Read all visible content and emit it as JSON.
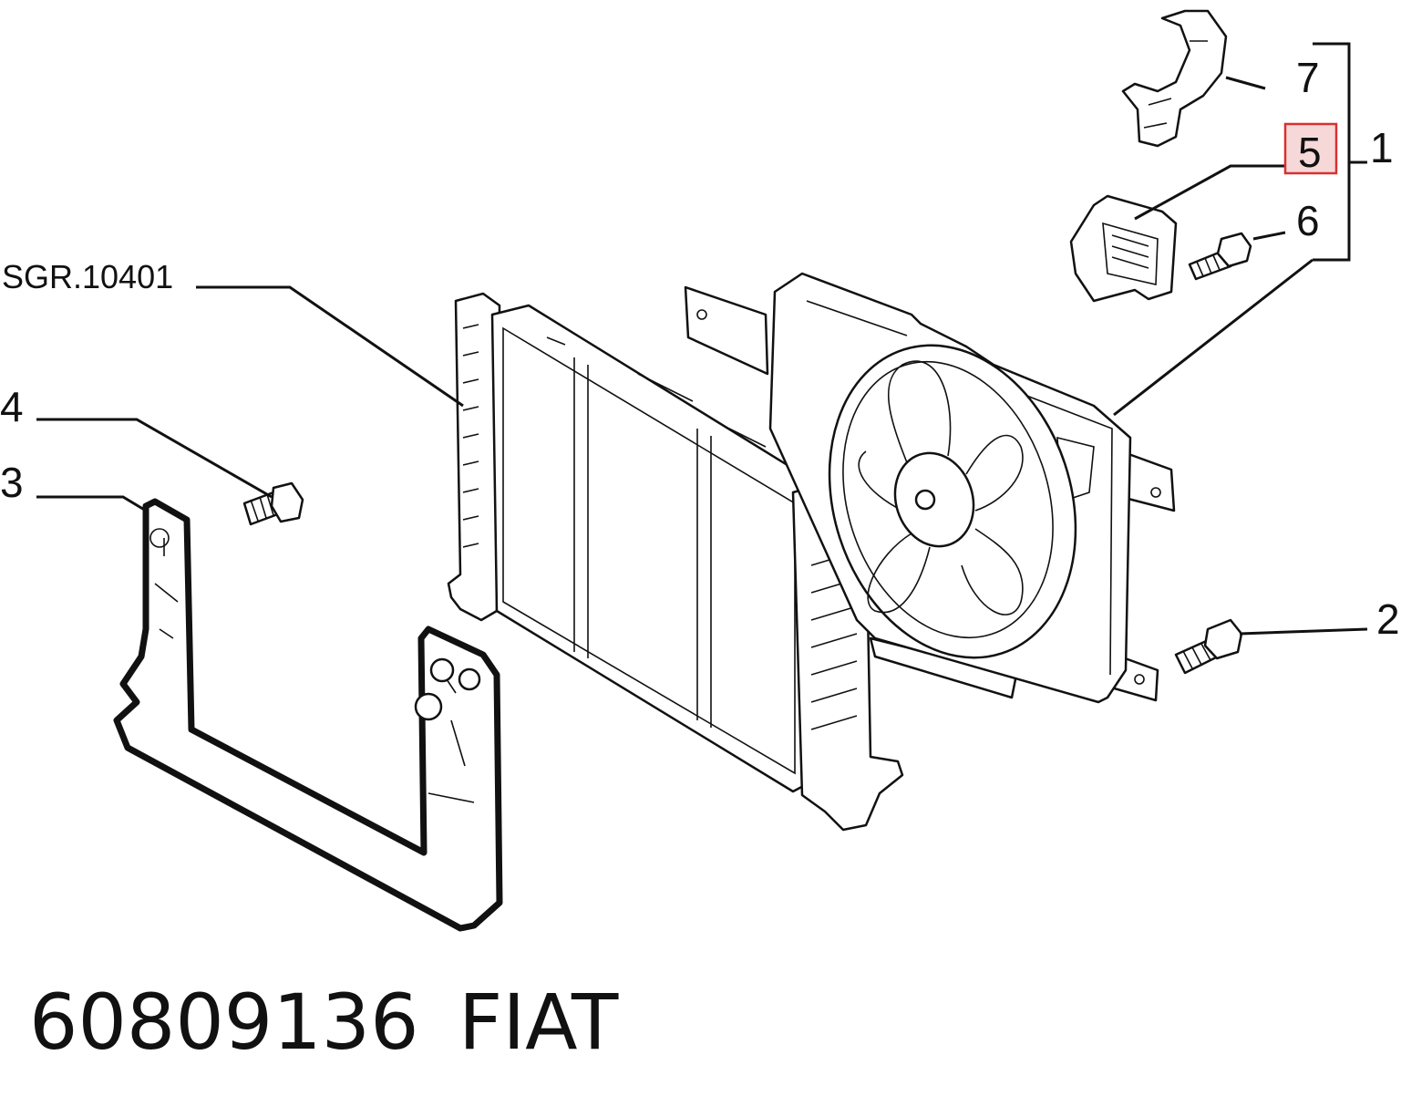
{
  "diagram": {
    "callouts": {
      "c1": "1",
      "c2": "2",
      "c3": "3",
      "c4": "4",
      "c5": "5",
      "c6": "6",
      "c7": "7"
    },
    "reference": "SGR.10401",
    "highlighted_callout": "5",
    "highlight_color": "#d93030",
    "highlight_fill": "#f7d8d8"
  },
  "footer": {
    "part_number": "60809136",
    "brand": "FIAT"
  }
}
